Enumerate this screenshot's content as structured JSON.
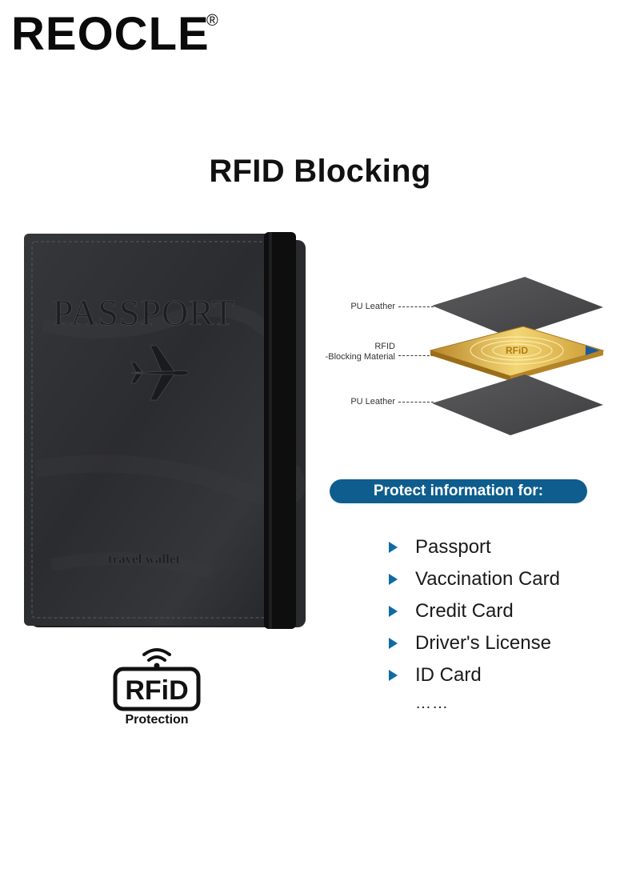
{
  "brand": {
    "name": "REOCLE",
    "registered_mark": "®"
  },
  "headline": "RFID Blocking",
  "wallet": {
    "emboss_title": "PASSPORT",
    "emboss_subtitle": "travel wallet",
    "emblem_icon": "airplane-icon"
  },
  "badge": {
    "icon": "rfid-signal-icon",
    "label": "RFiD",
    "caption": "Protection"
  },
  "layers": {
    "top_label": "PU Leather",
    "middle_label_line1": "RFID",
    "middle_label_line2": "-Blocking Material",
    "bottom_label": "PU Leather",
    "chip_text": "RFiD"
  },
  "protect": {
    "banner": "Protect information for:",
    "items": [
      "Passport",
      "Vaccination Card",
      "Credit Card",
      "Driver's License",
      "ID Card"
    ],
    "more": "……"
  },
  "colors": {
    "accent_blue": "#0e5d8e",
    "bullet_blue": "#0e6ba5",
    "wallet_black": "#2a2b2d",
    "gold": "#d8a93a",
    "leather_gray": "#4a4a4c"
  }
}
